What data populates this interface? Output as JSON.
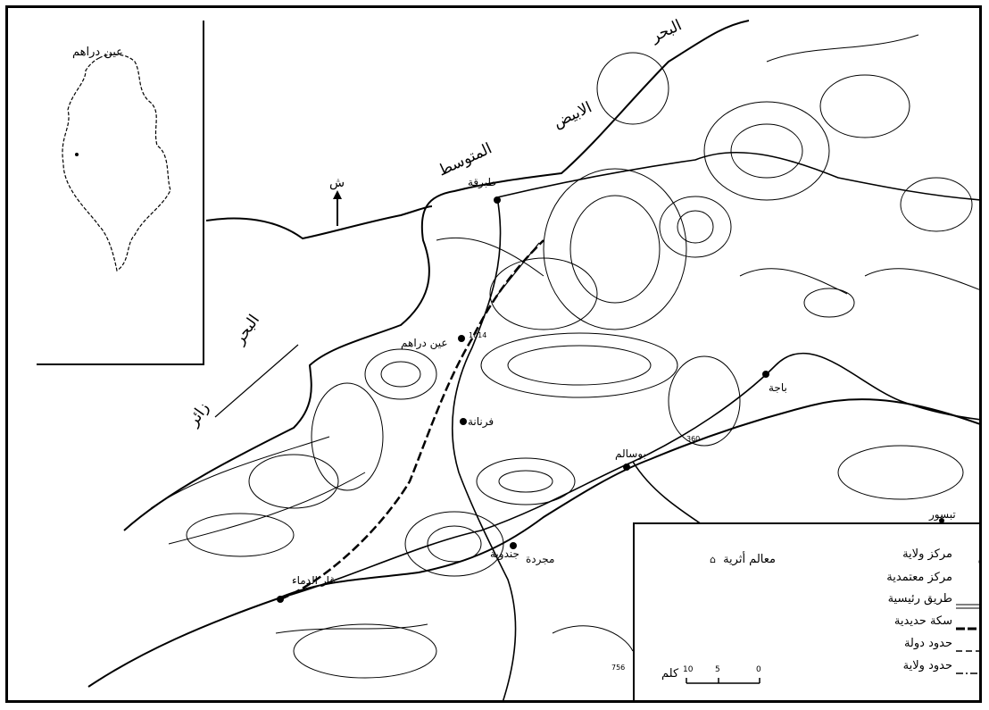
{
  "inset": {
    "title": "عين دراهم"
  },
  "sea_labels": {
    "a": "البحر",
    "b": "الابيض",
    "c": "المتوسط",
    "d": "البحر",
    "e": "زائر"
  },
  "places": {
    "tabarka": "طبرقة",
    "ain_draham": "عين دراهم",
    "fernana": "فرنانة",
    "bousalem": "بوسالم",
    "jendouba": "جندوبة",
    "medjerda": "مجردة",
    "beja": "باجة",
    "testour": "تبسور",
    "ghardimaou": "غار الدماء"
  },
  "spot_heights": {
    "h1": "1014",
    "h2": "360",
    "h3": "756"
  },
  "north": {
    "label": "ش"
  },
  "legend": {
    "heritage": "معالم أثرية",
    "wilaya_center": "مركز ولاية",
    "delegation_center": "مركز معتمدية",
    "main_road": "طريق رئيسية",
    "railway": "سكة حديدية",
    "state_border": "حدود دولة",
    "wilaya_border": "حدود ولاية"
  },
  "scale": {
    "unit": "كلم",
    "ticks": [
      "10",
      "5",
      "0"
    ]
  }
}
